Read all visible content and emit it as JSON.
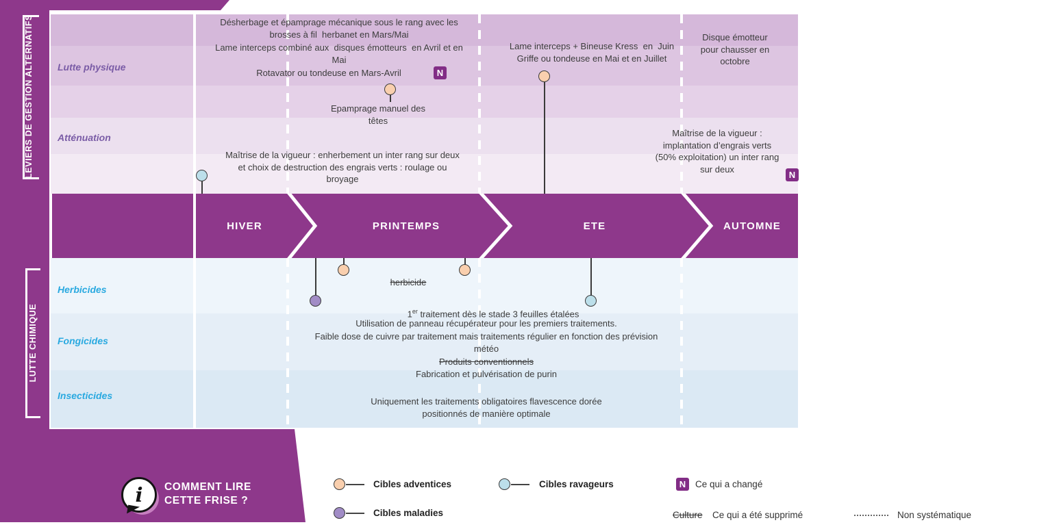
{
  "colors": {
    "ribbon_purple": "#8e388b",
    "badge_purple": "#822d86",
    "row_label_purple": "#7a5ca6",
    "row_label_cyan": "#29a9e0",
    "marker_orange": "#f9cfae",
    "marker_blue": "#bcdfea",
    "marker_purple": "#a18cc6"
  },
  "left_rail": {
    "alternatifs_line1": "LEVIERS DE GESTION",
    "alternatifs_line2": "ALTERNATIFS",
    "chimique": "LUTTE CHIMIQUE"
  },
  "row_labels": {
    "lutte_physique": "Lutte physique",
    "attenuation": "Atténuation",
    "herbicides": "Herbicides",
    "fongicides": "Fongicides",
    "insecticides": "Insecticides"
  },
  "seasons": [
    "HIVER",
    "PRINTEMPS",
    "ETE",
    "AUTOMNE"
  ],
  "cells": {
    "desherbage": [
      "Désherbage et épamprage mécanique sous le rang avec les",
      "brosses à fil  herbanet en Mars/Mai"
    ],
    "lame_interceps": [
      "Lame interceps combiné aux  disques émotteurs  en Avril et en",
      "Mai"
    ],
    "rotavator": "Rotavator ou tondeuse en Mars-Avril",
    "epamprage": [
      "Epamprage manuel des",
      "têtes"
    ],
    "maitrise_enherbement": [
      "Maîtrise de la vigueur : enherbement un inter rang sur deux",
      "et choix de destruction des engrais verts : roulage ou",
      "broyage"
    ],
    "kress": [
      "Lame interceps + Bineuse Kress  en  Juin",
      "Griffe ou tondeuse en Mai et en Juillet"
    ],
    "disque": [
      "Disque émotteur",
      "pour chausser en",
      "octobre"
    ],
    "maitrise_engrais": [
      "Maîtrise de la vigueur :",
      "implantation d’engrais verts",
      "(50% exploitation) un inter rang",
      "sur deux"
    ],
    "herbicide_supprime": "herbicide",
    "premier": {
      "num": "1",
      "sup": "er",
      "rest": " traitement dès le stade 3 feuilles étalées"
    },
    "fongicides": [
      "Utilisation de panneau récupérateur pour les premiers traitements.",
      "Faible dose de cuivre par traitement mais traitements régulier en fonction des prévision",
      "météo"
    ],
    "produits_supprime": "Produits conventionnels",
    "purin": "Fabrication et pulvérisation de purin",
    "flavescence": [
      "Uniquement les traitements obligatoires flavescence dorée",
      "positionnés de manière optimale"
    ]
  },
  "badges": {
    "n": "N"
  },
  "markers": [
    {
      "kind": "cibles-ravageurs",
      "section": "attenuation",
      "season": "hiver"
    },
    {
      "kind": "cibles-adventices",
      "section": "lutte-physique",
      "season": "printemps"
    },
    {
      "kind": "cibles-adventices",
      "section": "lutte-physique",
      "season": "ete"
    },
    {
      "kind": "cibles-adventices",
      "section": "herbicides",
      "season": "printemps"
    },
    {
      "kind": "cibles-maladies",
      "section": "herbicides",
      "season": "printemps"
    },
    {
      "kind": "cibles-adventices",
      "section": "herbicides",
      "season": "printemps-ete"
    },
    {
      "kind": "cibles-ravageurs",
      "section": "herbicides",
      "season": "ete"
    }
  ],
  "legend": {
    "how_line1": "COMMENT LIRE",
    "how_line2": "CETTE FRISE ?",
    "info_glyph": "i",
    "adventices": "Cibles adventices",
    "ravageurs": "Cibles ravageurs",
    "maladies": "Cibles maladies",
    "changed": "Ce qui a changé",
    "removed_example": "Culture",
    "removed": "Ce qui a été supprimé",
    "non_systematique": "Non systématique"
  }
}
